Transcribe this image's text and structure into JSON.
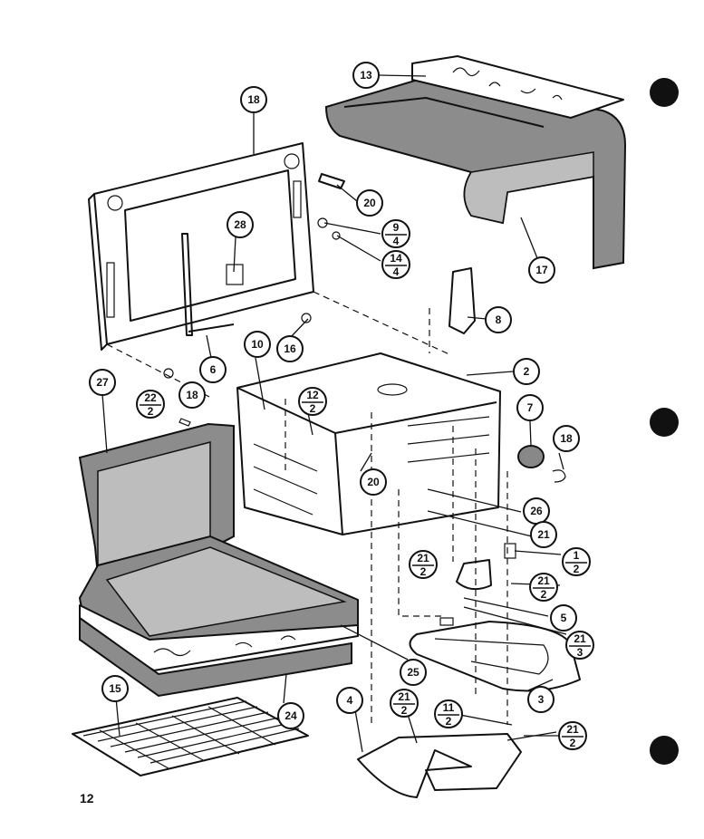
{
  "page_number": "12",
  "callouts": [
    {
      "id": "c13",
      "text": "13"
    },
    {
      "id": "c18a",
      "text": "18"
    },
    {
      "id": "c20a",
      "text": "20"
    },
    {
      "id": "c28",
      "text": "28"
    },
    {
      "id": "c17",
      "text": "17"
    },
    {
      "id": "c8",
      "text": "8"
    },
    {
      "id": "c16",
      "text": "16"
    },
    {
      "id": "c6",
      "text": "6"
    },
    {
      "id": "c10",
      "text": "10"
    },
    {
      "id": "c2",
      "text": "2"
    },
    {
      "id": "c27",
      "text": "27"
    },
    {
      "id": "c18b",
      "text": "18"
    },
    {
      "id": "c7",
      "text": "7"
    },
    {
      "id": "c18c",
      "text": "18"
    },
    {
      "id": "c20b",
      "text": "20"
    },
    {
      "id": "c26",
      "text": "26"
    },
    {
      "id": "c21",
      "text": "21"
    },
    {
      "id": "c5",
      "text": "5"
    },
    {
      "id": "c25",
      "text": "25"
    },
    {
      "id": "c3",
      "text": "3"
    },
    {
      "id": "c15",
      "text": "15"
    },
    {
      "id": "c24",
      "text": "24"
    },
    {
      "id": "c4",
      "text": "4"
    }
  ],
  "fractions": [
    {
      "id": "f9_4",
      "num": "9",
      "den": "4"
    },
    {
      "id": "f14_4",
      "num": "14",
      "den": "4"
    },
    {
      "id": "f22_2",
      "num": "22",
      "den": "2"
    },
    {
      "id": "f12_2",
      "num": "12",
      "den": "2"
    },
    {
      "id": "f21_2a",
      "num": "21",
      "den": "2"
    },
    {
      "id": "f1_2",
      "num": "1",
      "den": "2"
    },
    {
      "id": "f21_2b",
      "num": "21",
      "den": "2"
    },
    {
      "id": "f21_3",
      "num": "21",
      "den": "3"
    },
    {
      "id": "f21_2c",
      "num": "21",
      "den": "2"
    },
    {
      "id": "f11_2",
      "num": "11",
      "den": "2"
    },
    {
      "id": "f21_2d",
      "num": "21",
      "den": "2"
    }
  ]
}
